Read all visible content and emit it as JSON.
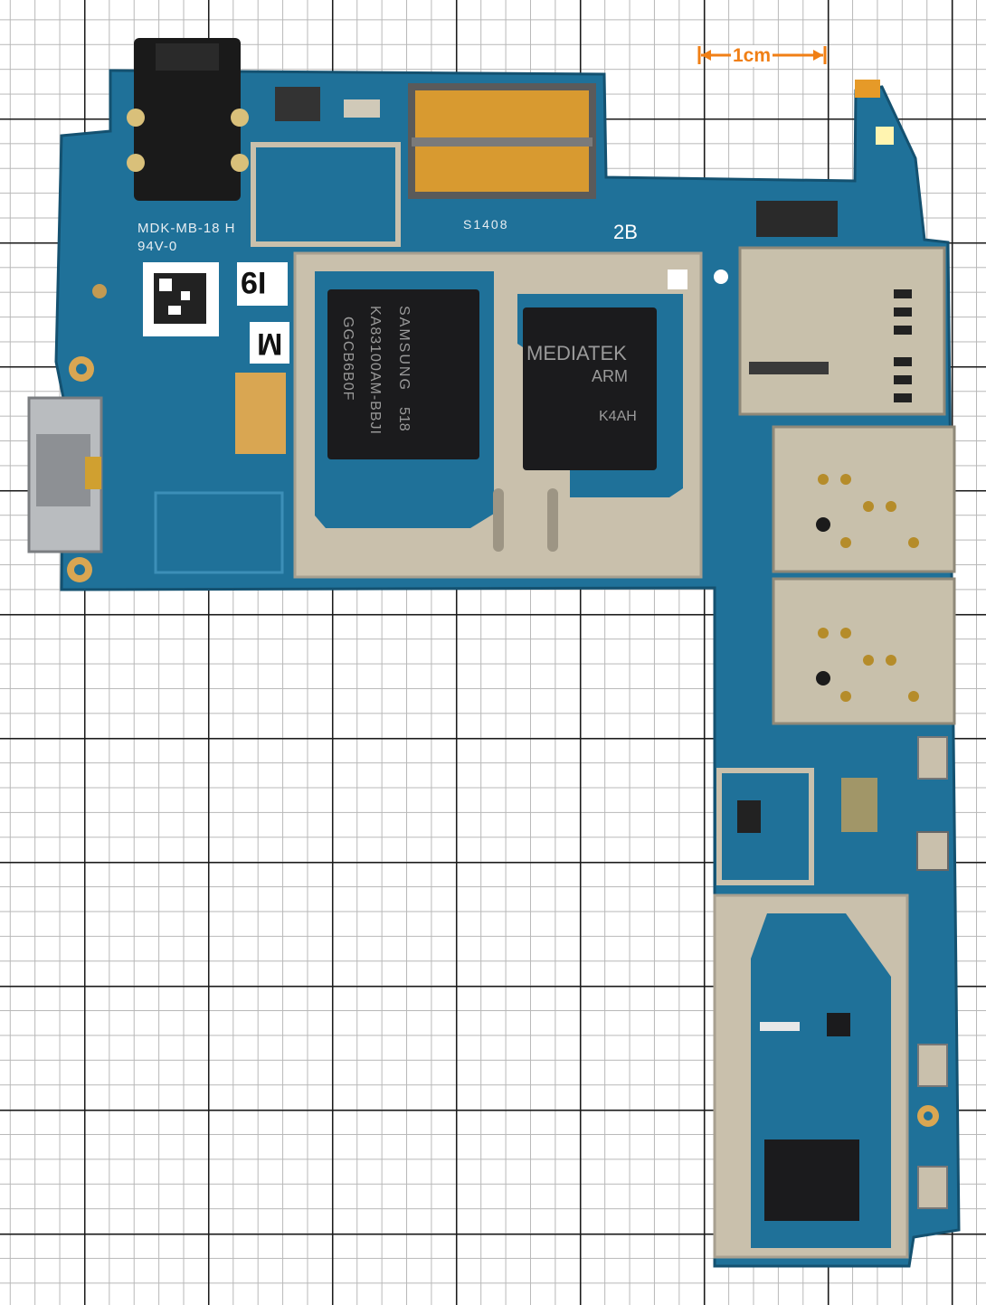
{
  "scale": {
    "label": "1cm",
    "color": "#f07f15"
  },
  "board": {
    "pcb_color": "#1f7199",
    "shield_color": "#c9c0ac",
    "model_marking": "MDK-MB-18 H",
    "rating_marking": "94V-0",
    "serial_marking": "S1408",
    "rev_marking": "2B",
    "sticker_number": "I9",
    "sticker_letter": "M"
  },
  "memory_chip": {
    "brand": "SAMSUNG",
    "part_number": "KA83100AM-BBJI",
    "code": "518",
    "lot": "GGCB6B0F"
  },
  "soc_chip": {
    "brand": "MEDIATEK",
    "line2": "ARM",
    "line3": "K4AH"
  }
}
